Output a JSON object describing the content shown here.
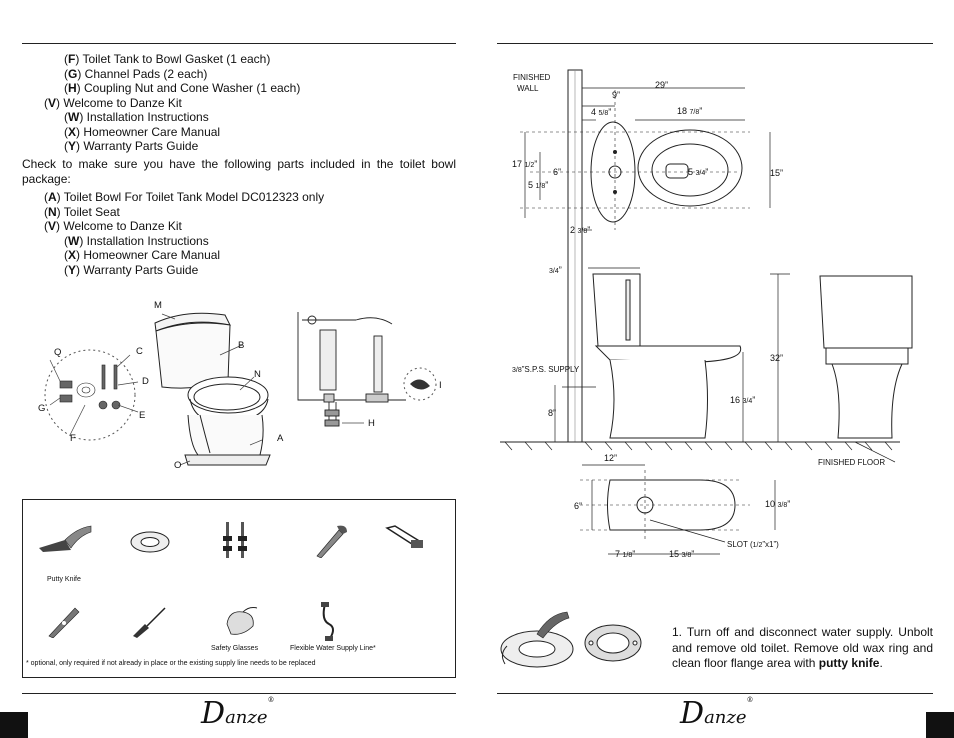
{
  "left": {
    "list1": [
      {
        "key": "F",
        "text": " Toilet Tank to Bowl Gasket (1 each)",
        "indent": 2
      },
      {
        "key": "G",
        "text": " Channel Pads (2 each)",
        "indent": 2
      },
      {
        "key": "H",
        "text": " Coupling Nut and Cone Washer (1 each)",
        "indent": 2
      },
      {
        "key": "V",
        "text": " Welcome to Danze Kit",
        "indent": 1
      },
      {
        "key": "W",
        "text": " Installation Instructions",
        "indent": 2
      },
      {
        "key": "X",
        "text": " Homeowner Care Manual",
        "indent": 2
      },
      {
        "key": "Y",
        "text": " Warranty Parts Guide",
        "indent": 2
      }
    ],
    "paragraph": "Check to make sure you have the following parts included in the toilet bowl package:",
    "list2": [
      {
        "key": "A",
        "text": " Toilet Bowl For Toilet Tank Model DC012323 only",
        "indent": 1
      },
      {
        "key": "N",
        "text": " Toilet Seat",
        "indent": 1
      },
      {
        "key": "V",
        "text": " Welcome to Danze Kit",
        "indent": 1
      },
      {
        "key": "W",
        "text": " Installation Instructions",
        "indent": 2
      },
      {
        "key": "X",
        "text": " Homeowner Care Manual",
        "indent": 2
      },
      {
        "key": "Y",
        "text": " Warranty Parts Guide",
        "indent": 2
      }
    ],
    "diagram_labels": {
      "M": "M",
      "B": "B",
      "Q": "Q",
      "C": "C",
      "D": "D",
      "N": "N",
      "G": "G",
      "E": "E",
      "F": "F",
      "A": "A",
      "O": "O",
      "I": "I",
      "H": "H"
    },
    "tools": {
      "putty_knife": "Putty Knife",
      "safety_glasses": "Safety Glasses",
      "supply_line": "Flexible Water Supply Line*",
      "footnote": "* optional, only required if not already in place or the existing supply line needs to be replaced"
    }
  },
  "right": {
    "dims": {
      "finished_wall_1": "FINISHED",
      "finished_wall_2": "WALL",
      "d29": "29”",
      "d9": "9”",
      "d4_a": "4 ",
      "d4_b": "5/8",
      "d4_c": "”",
      "d18_a": "18 ",
      "d18_b": "7/8",
      "d18_c": "”",
      "d17_a": "17 ",
      "d17_b": "1/2",
      "d17_c": "”",
      "d6a": "6”",
      "d5a_a": "5 ",
      "d5a_b": "1/8",
      "d5a_c": "”",
      "d5b_a": "5 ",
      "d5b_b": "3/4",
      "d5b_c": "”",
      "d15": "15”",
      "d2_a": "2 ",
      "d2_b": "3/8",
      "d2_c": "”",
      "d34_a": "3/4",
      "d34_b": "”",
      "sps_a": "3/8",
      "sps_b": "”S.P.S. SUPPLY",
      "d32": "32”",
      "d16_a": "16 ",
      "d16_b": "3/4",
      "d16_c": "”",
      "d8": "8”",
      "finished_floor": "FINISHED FLOOR",
      "d12": "12”",
      "d6b": "6”",
      "d10_a": "10 ",
      "d10_b": "3/8",
      "d10_c": "”",
      "slot_a": "SLOT (",
      "slot_b": "1/2",
      "slot_c": "”x1”)",
      "d7_a": "7 ",
      "d7_b": "1/8",
      "d7_c": "”",
      "d15b_a": "15 ",
      "d15b_b": "3/8",
      "d15b_c": "”"
    },
    "step1_text": "1. Turn off and disconnect water supply. Unbolt and remove old toilet. Remove old wax ring and clean floor flange area with ",
    "step1_bold": "putty knife",
    "step1_end": "."
  },
  "footer": {
    "logo_left": "D",
    "logo_right": "anze",
    "logo_mark": "®"
  }
}
